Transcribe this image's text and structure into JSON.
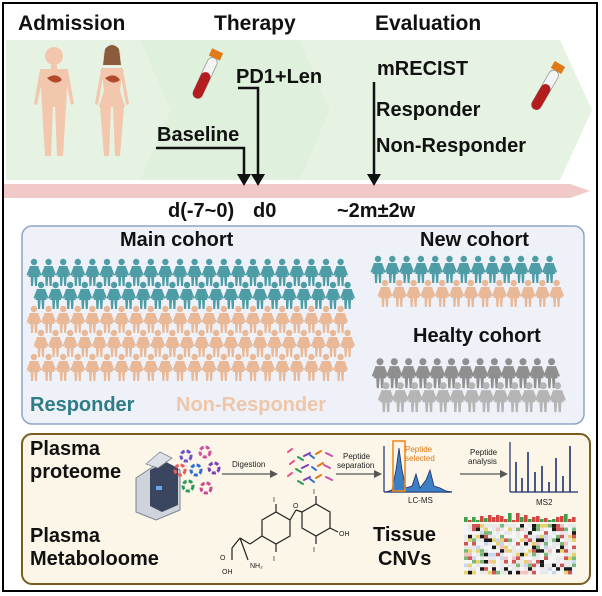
{
  "timeline": {
    "phases": [
      "Admission",
      "Therapy",
      "Evaluation"
    ],
    "baseline_label": "Baseline",
    "treatment_label": "PD1+Len",
    "evaluation_criteria": "mRECIST",
    "outcome_responder": "Responder",
    "outcome_non_responder": "Non-Responder",
    "time_points": [
      "d(-7~0)",
      "d0",
      "~2m±2w"
    ]
  },
  "cohorts": {
    "main": "Main cohort",
    "new": "New cohort",
    "healthy": "Healty cohort",
    "legend_responder": "Responder",
    "legend_non_responder": "Non-Responder"
  },
  "methods": {
    "proteome": [
      "Plasma",
      "proteome"
    ],
    "metabolome": [
      "Plasma",
      "Metaboloome"
    ],
    "tissue": [
      "Tissue",
      "CNVs"
    ],
    "digestion": "Digestion",
    "peptide_separation": [
      "Peptide",
      "separation"
    ],
    "peptide_selected": [
      "Peptide",
      "selected"
    ],
    "lcms": "LC-MS",
    "peptide_analysis": [
      "Peptide",
      "analysis"
    ],
    "ms2": "MS2",
    "molecule_labels": {
      "iodine": "I",
      "oxygen": "O",
      "hydroxyl": "OH",
      "amine": "NH₂",
      "acid": "OH",
      "carbonyl": "O"
    }
  },
  "colors": {
    "responder": "#4e9da6",
    "non_responder": "#e8b897",
    "healthy": "#8f8f8f",
    "timeline_bar": "#f2c9c9",
    "phase_band": "#e4f2e1",
    "cohort_bg": "#eef1f8",
    "cohort_border": "#8fa6c9",
    "methods_bg": "#fbf6e8",
    "methods_border": "#7a5c1e",
    "skin": "#f2c7ad",
    "liver": "#b04a2a"
  }
}
